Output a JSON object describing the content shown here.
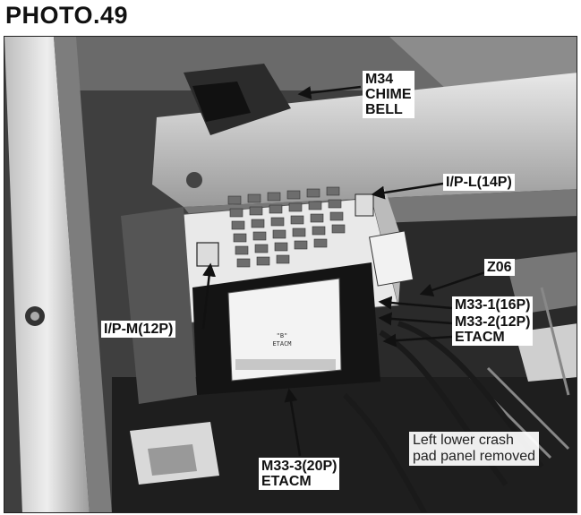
{
  "title": "PHOTO.49",
  "labels": {
    "m34": [
      "M34",
      "CHIME",
      "BELL"
    ],
    "ip_l": "I/P-L(14P)",
    "z06": "Z06",
    "m33_1": "M33-1(16P)",
    "m33_2": [
      "M33-2(12P)",
      "ETACM"
    ],
    "ip_m": "I/P-M(12P)",
    "m33_3": [
      "M33-3(20P)",
      "ETACM"
    ]
  },
  "note": [
    "Left lower crash",
    "pad panel removed"
  ],
  "ecu_label": {
    "line1": "\"B\"",
    "line2": "ETACM"
  }
}
